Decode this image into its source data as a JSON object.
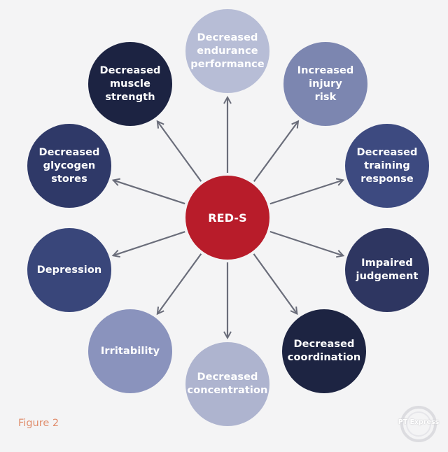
{
  "colors": {
    "background": "#f4f4f5",
    "center": "#b81c2a",
    "arrow": "#6a6d7a",
    "caption": "#e08d6c"
  },
  "diagram": {
    "center": {
      "label": "RED-S",
      "color": "#b81c2a"
    },
    "nodes": [
      {
        "id": "endurance",
        "label": "Decreased\nendurance\nperformance",
        "color": "#b7bdd6"
      },
      {
        "id": "injury",
        "label": "Increased\ninjury\nrisk",
        "color": "#7c86b0"
      },
      {
        "id": "training",
        "label": "Decreased\ntraining\nresponse",
        "color": "#3d4a80"
      },
      {
        "id": "judgement",
        "label": "Impaired\njudgement",
        "color": "#2e3661"
      },
      {
        "id": "coordination",
        "label": "Decreased\ncoordination",
        "color": "#1d2442"
      },
      {
        "id": "concentration",
        "label": "Decreased\nconcentration",
        "color": "#aeb4cf"
      },
      {
        "id": "irritability",
        "label": "Irritability",
        "color": "#8a93bd"
      },
      {
        "id": "depression",
        "label": "Depression",
        "color": "#39467a"
      },
      {
        "id": "glycogen",
        "label": "Decreased\nglycogen\nstores",
        "color": "#2f3968"
      },
      {
        "id": "muscle",
        "label": "Decreased\nmuscle\nstrength",
        "color": "#1c2342"
      }
    ]
  },
  "caption": {
    "text": "Figure 2"
  },
  "watermark": {
    "text": "PT Express"
  }
}
